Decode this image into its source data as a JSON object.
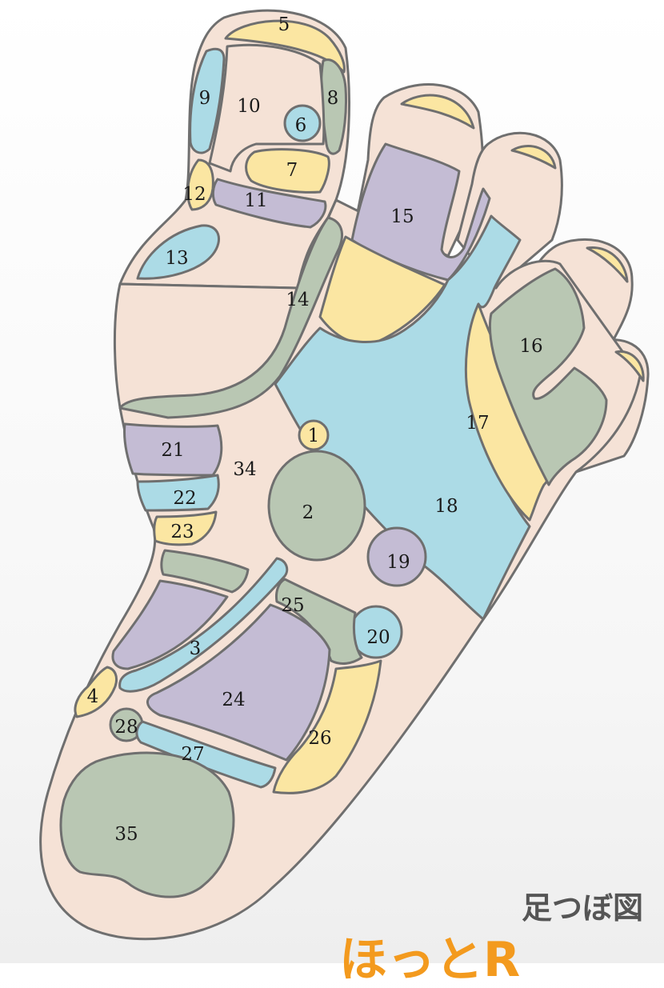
{
  "colors": {
    "skin": "#f5e2d6",
    "yellow": "#fbe6a2",
    "blue": "#acdbe6",
    "purple": "#c4bcd4",
    "green": "#b9c7b3",
    "outline": "#6f6f6f",
    "caption": "#555555",
    "brand": "#f39a1e"
  },
  "zones": [
    {
      "label": "1"
    },
    {
      "label": "2"
    },
    {
      "label": "3"
    },
    {
      "label": "4"
    },
    {
      "label": "5"
    },
    {
      "label": "6"
    },
    {
      "label": "7"
    },
    {
      "label": "8"
    },
    {
      "label": "9"
    },
    {
      "label": "10"
    },
    {
      "label": "11"
    },
    {
      "label": "12"
    },
    {
      "label": "13"
    },
    {
      "label": "14"
    },
    {
      "label": "15"
    },
    {
      "label": "16"
    },
    {
      "label": "17"
    },
    {
      "label": "18"
    },
    {
      "label": "19"
    },
    {
      "label": "20"
    },
    {
      "label": "21"
    },
    {
      "label": "22"
    },
    {
      "label": "23"
    },
    {
      "label": "24"
    },
    {
      "label": "25"
    },
    {
      "label": "26"
    },
    {
      "label": "27"
    },
    {
      "label": "28"
    },
    {
      "label": "34"
    },
    {
      "label": "35"
    }
  ],
  "caption": "足つぼ図",
  "brand": "ほっとR"
}
